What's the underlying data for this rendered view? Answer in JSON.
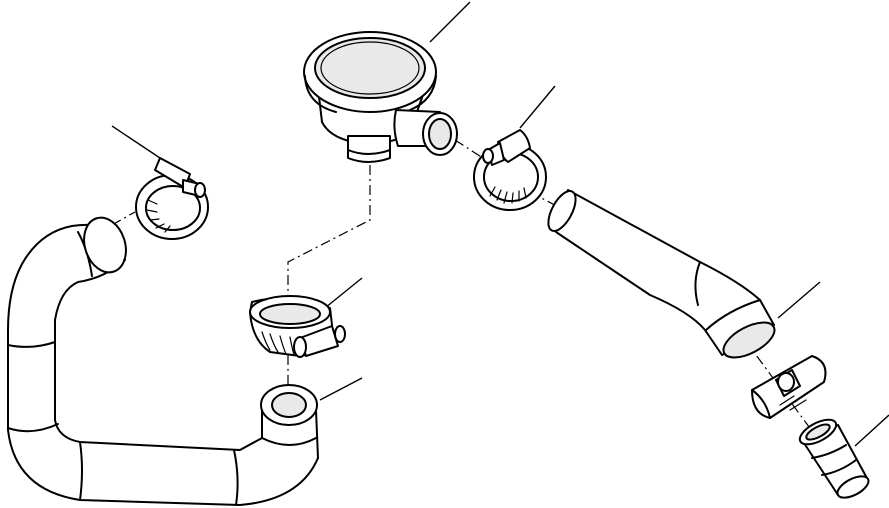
{
  "diagram": {
    "kind": "exploded parts illustration",
    "stroke_color": "#000000",
    "background_color": "#ffffff",
    "parts": [
      {
        "id": "drain-cup",
        "icon": "drain-cup-icon"
      },
      {
        "id": "hose-clamp-upper-right",
        "icon": "hose-clamp-icon"
      },
      {
        "id": "curved-hose-right",
        "icon": "hose-icon"
      },
      {
        "id": "hose-clamp-lower-right",
        "icon": "hose-clamp-icon"
      },
      {
        "id": "hose-fitting",
        "icon": "fitting-icon"
      },
      {
        "id": "hose-clamp-left",
        "icon": "hose-clamp-icon"
      },
      {
        "id": "hose-clamp-center",
        "icon": "hose-clamp-icon"
      },
      {
        "id": "u-hose-left",
        "icon": "hose-icon"
      }
    ]
  }
}
